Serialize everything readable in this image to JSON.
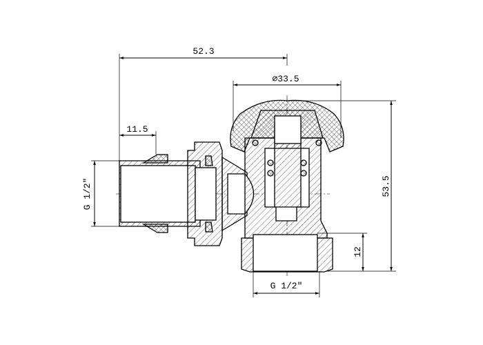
{
  "drawing": {
    "title": "Angled radiator valve cross-section",
    "dimensions": {
      "overall_length": "52.3",
      "cap_diameter": "⌀33.5",
      "tail_length": "11.5",
      "inlet_thread": "G 1/2\"",
      "overall_height": "53.5",
      "outlet_thread_depth": "12",
      "outlet_thread": "G 1/2\""
    },
    "colors": {
      "line": "#000000",
      "background": "#ffffff"
    }
  }
}
